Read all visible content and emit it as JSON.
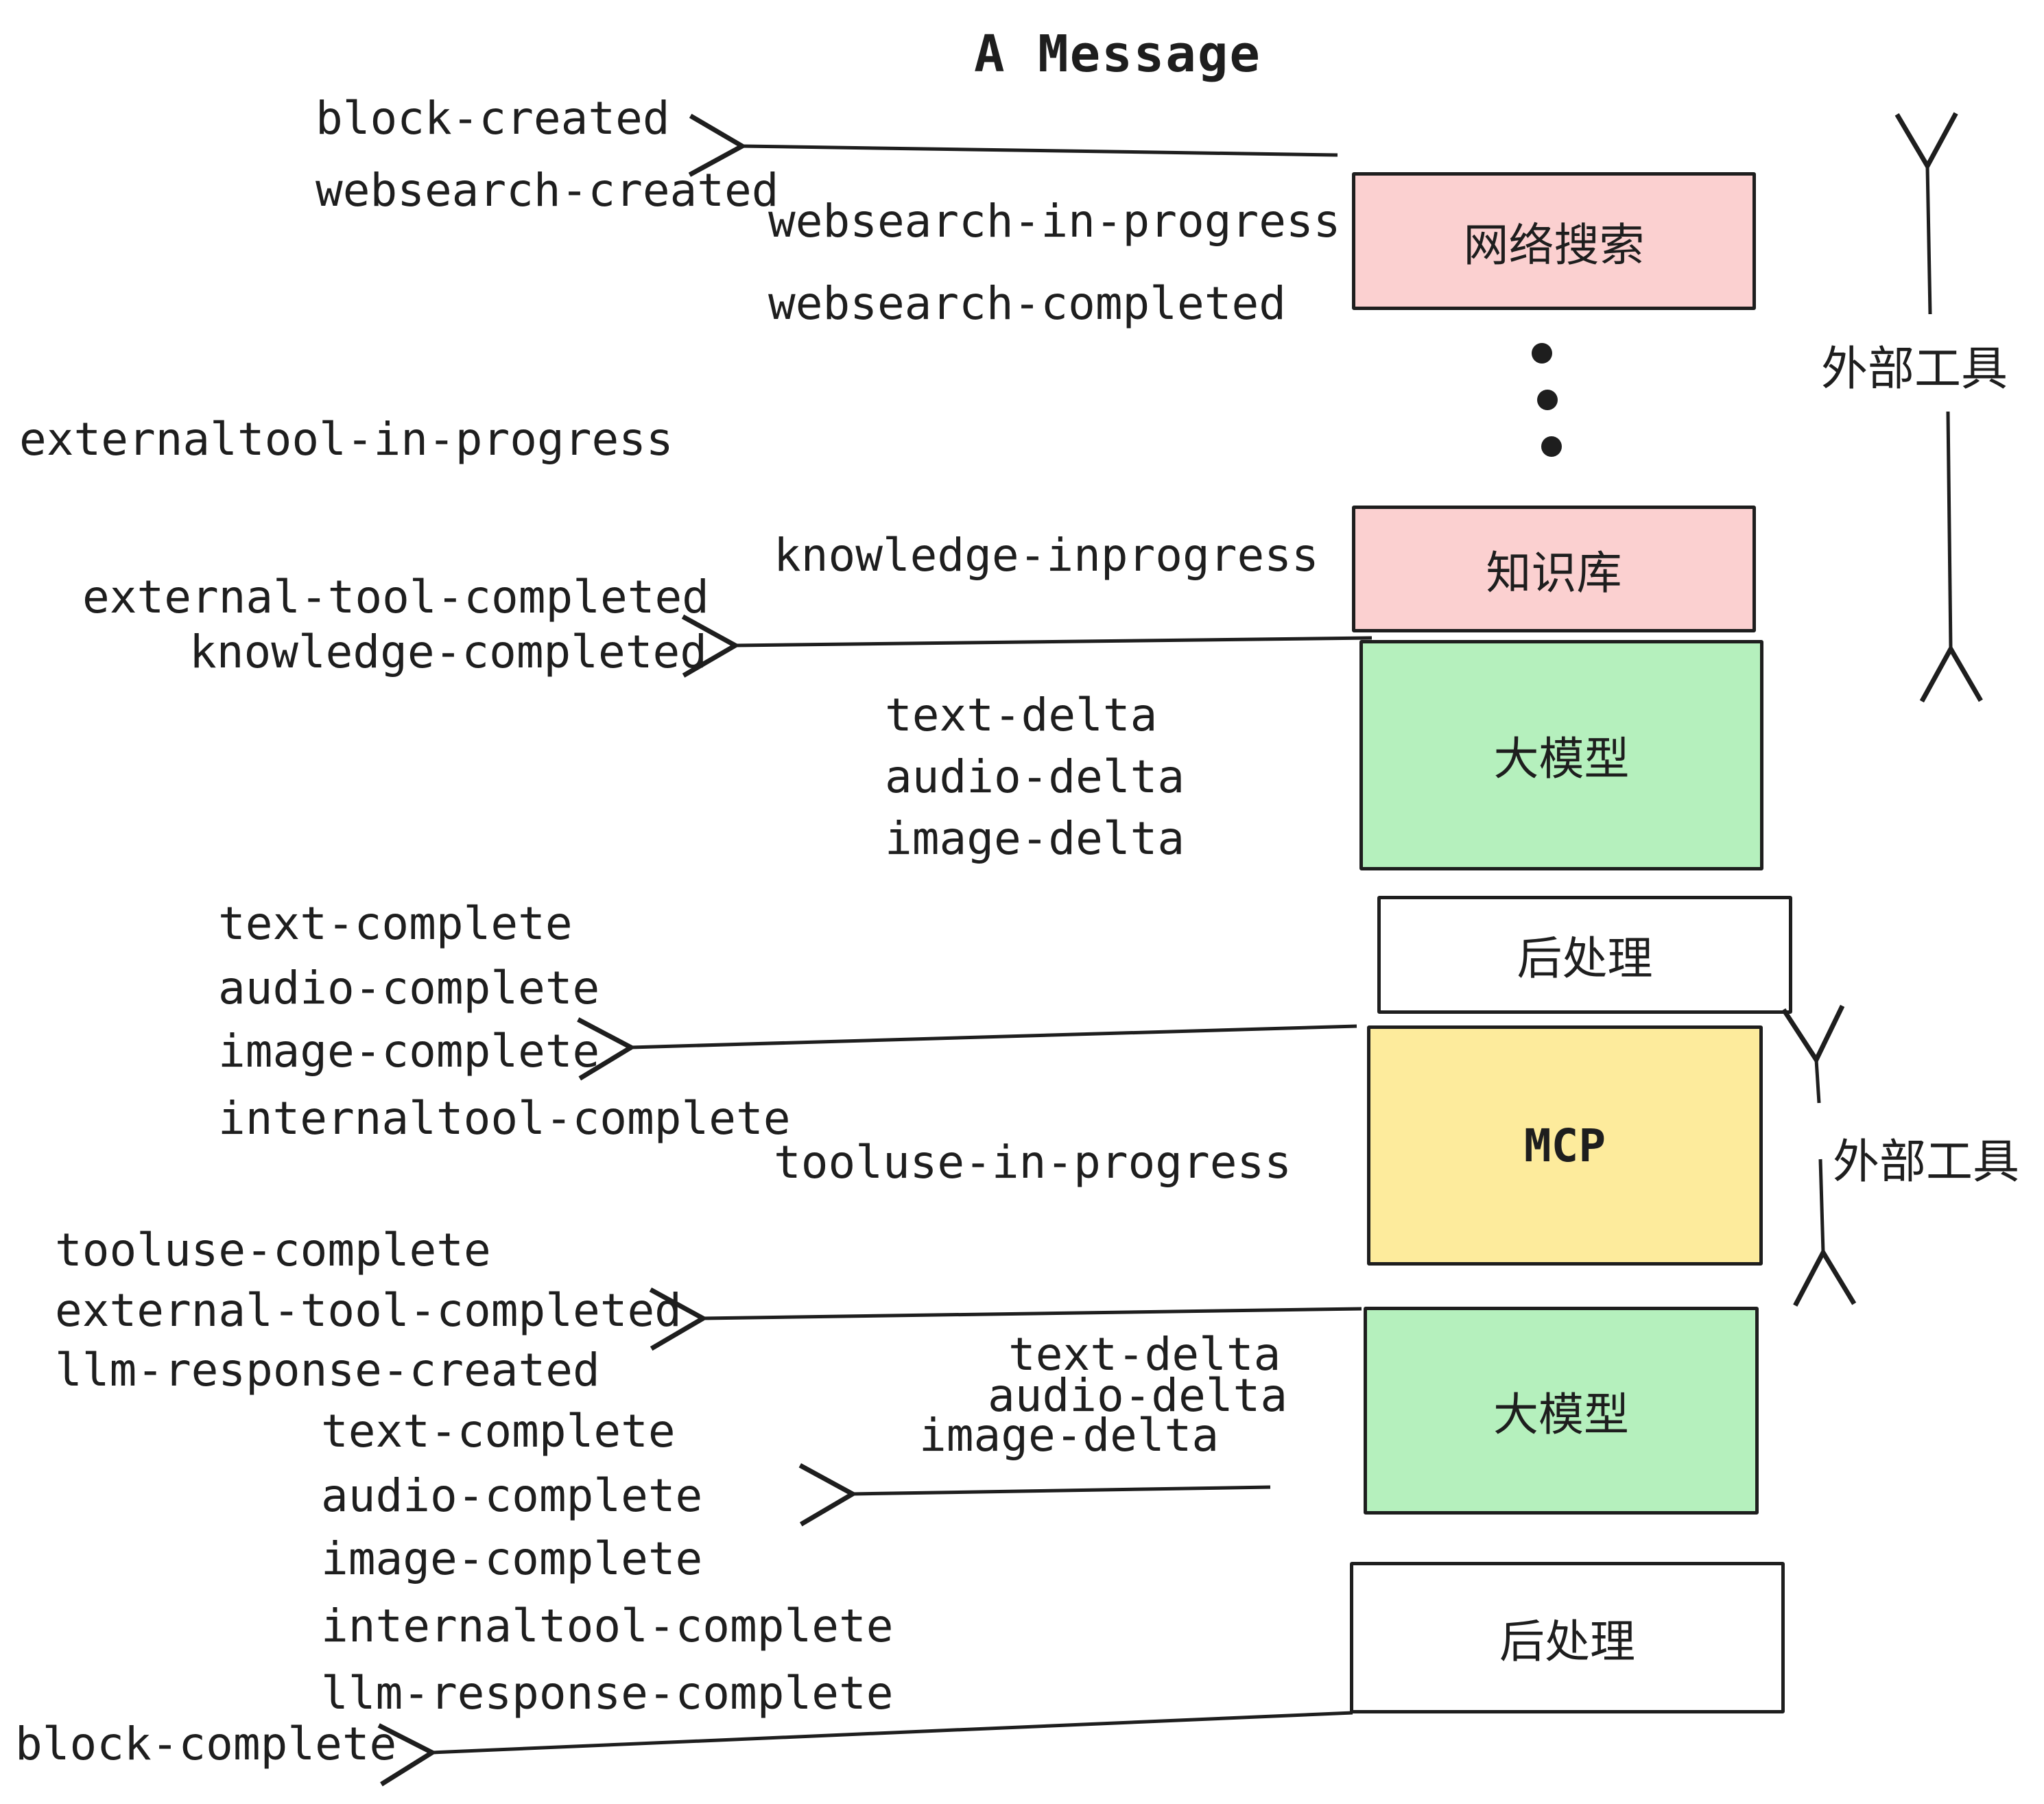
{
  "title": "A Message",
  "events": {
    "block_created": "block-created",
    "websearch_created": "websearch-created",
    "websearch_in_progress": "websearch-in-progress",
    "websearch_completed": "websearch-completed",
    "externaltool_in_progress": "externaltool-in-progress",
    "knowledge_inprogress": "knowledge-inprogress",
    "external_tool_completed_1": "external-tool-completed",
    "knowledge_completed": "knowledge-completed",
    "text_delta_1": "text-delta",
    "audio_delta_1": "audio-delta",
    "image_delta_1": "image-delta",
    "text_complete_1": "text-complete",
    "audio_complete_1": "audio-complete",
    "image_complete_1": "image-complete",
    "internaltool_complete_1": "internaltool-complete",
    "tooluse_in_progress": "tooluse-in-progress",
    "tooluse_complete": "tooluse-complete",
    "external_tool_completed_2": "external-tool-completed",
    "llm_response_created": "llm-response-created",
    "text_delta_2": "text-delta",
    "audio_delta_2": "audio-delta",
    "image_delta_2": "image-delta",
    "text_complete_2": "text-complete",
    "audio_complete_2": "audio-complete",
    "image_complete_2": "image-complete",
    "internaltool_complete_2": "internaltool-complete",
    "llm_response_complete": "llm-response-complete",
    "block_complete": "block-complete"
  },
  "boxes": {
    "websearch": "网络搜索",
    "knowledge": "知识库",
    "llm_1": "大模型",
    "postprocess_1": "后处理",
    "mcp": "MCP",
    "llm_2": "大模型",
    "postprocess_2": "后处理"
  },
  "side_labels": {
    "external_tools_1": "外部工具",
    "external_tools_2": "外部工具"
  },
  "colors": {
    "pink": "#fbd0d0",
    "green": "#b5f0bd",
    "yellow": "#fdeb9c",
    "ink": "#1e1e1e",
    "background": "#ffffff"
  }
}
